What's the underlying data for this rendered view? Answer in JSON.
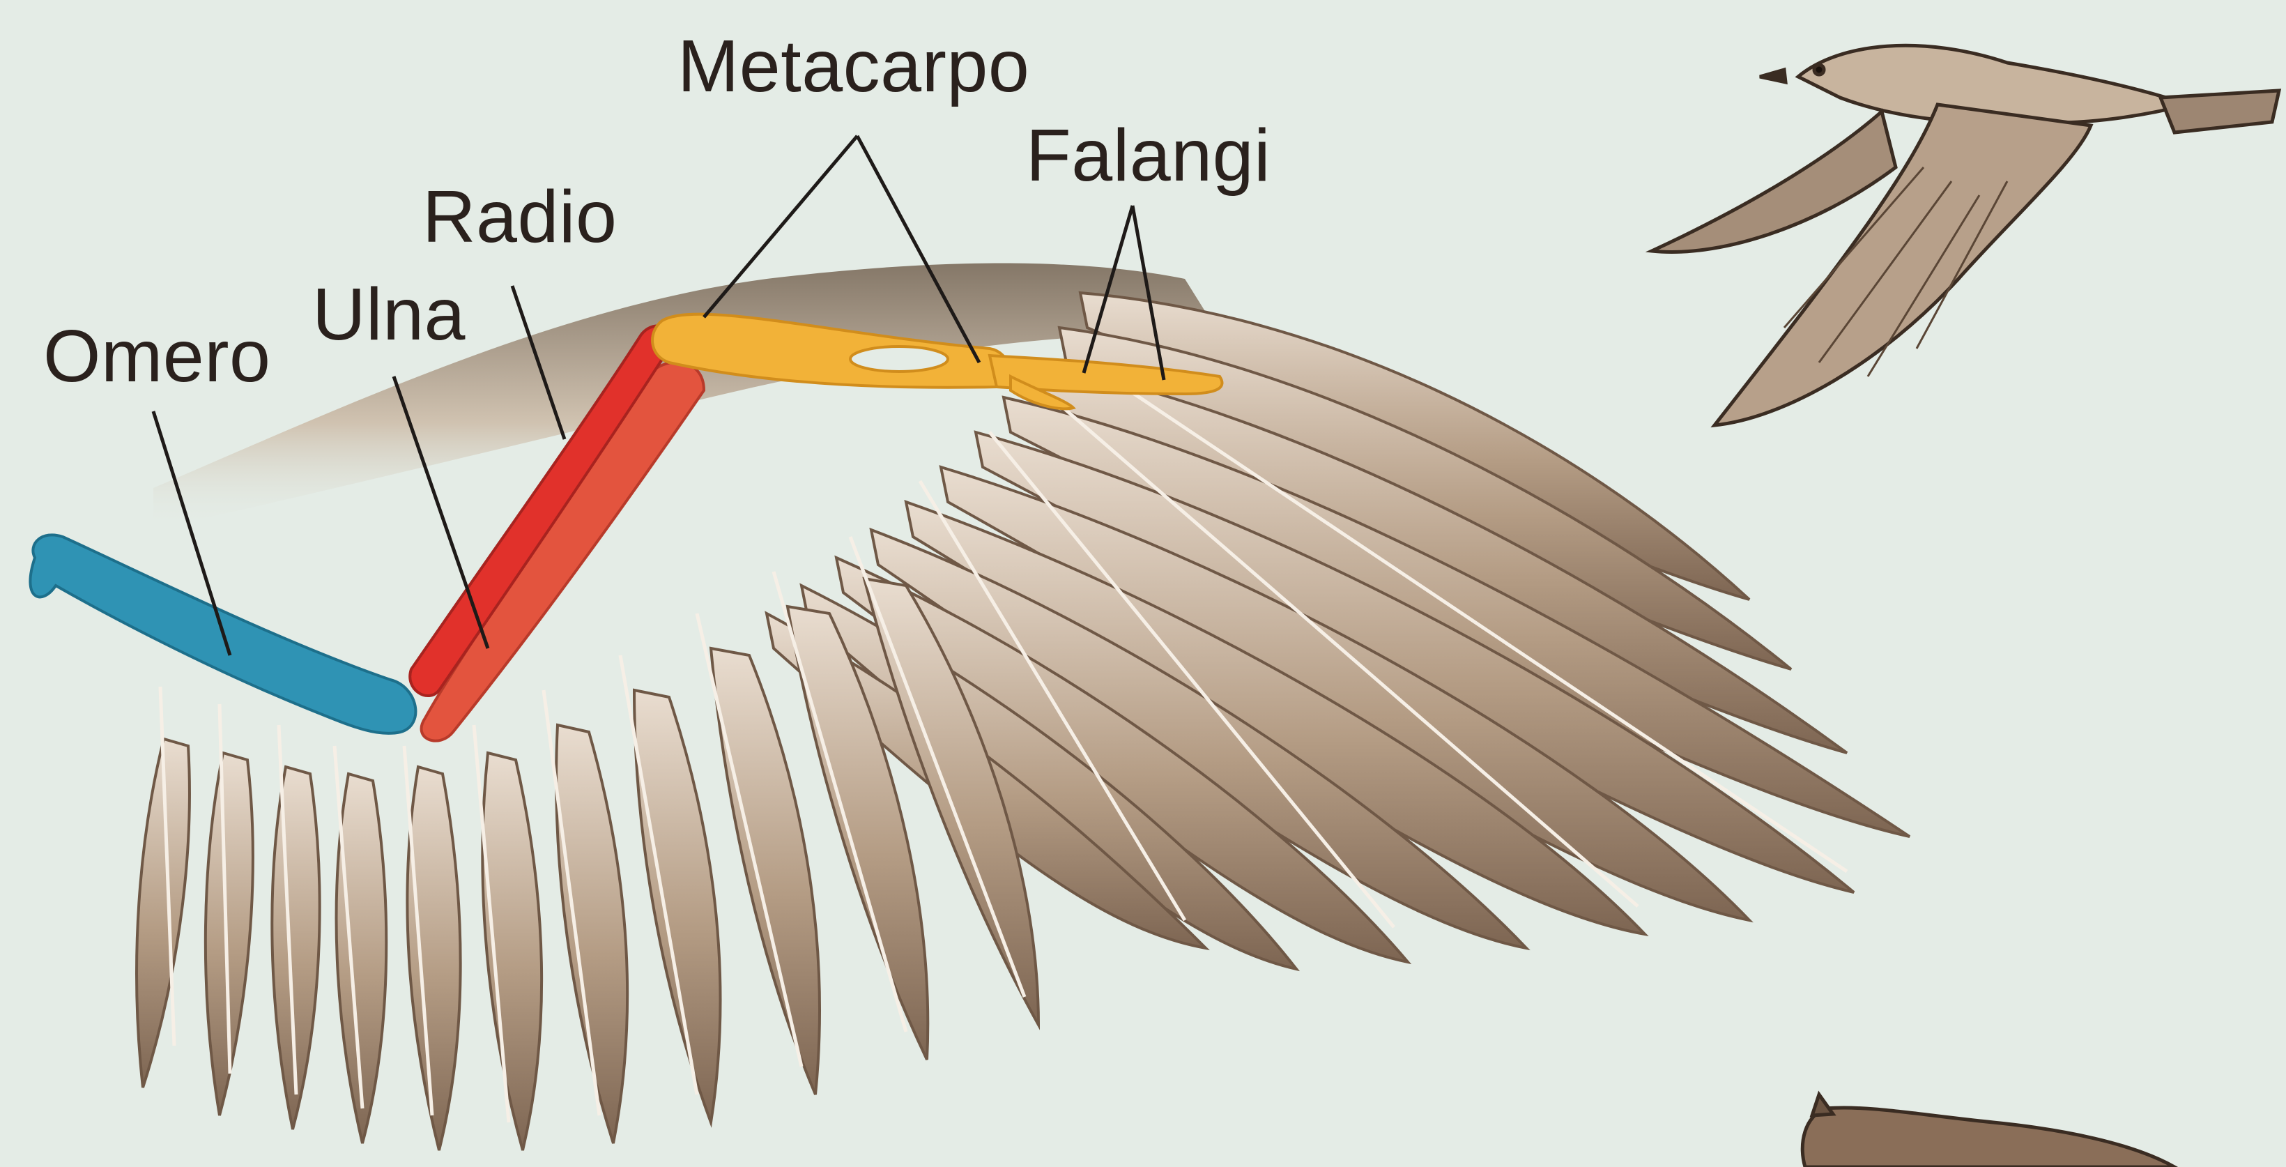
{
  "labels": {
    "omero": "Omero",
    "ulna": "Ulna",
    "radio": "Radio",
    "metacarpo": "Metacarpo",
    "falangi": "Falangi"
  },
  "colors": {
    "background": "#e4ece6",
    "omero_bone": "#2f93b4",
    "ulna_bone": "#e3543e",
    "radio_bone": "#e1312b",
    "hand_bones": "#f2b238",
    "feather": "#a88f76",
    "leader_line": "#1e1a18"
  }
}
